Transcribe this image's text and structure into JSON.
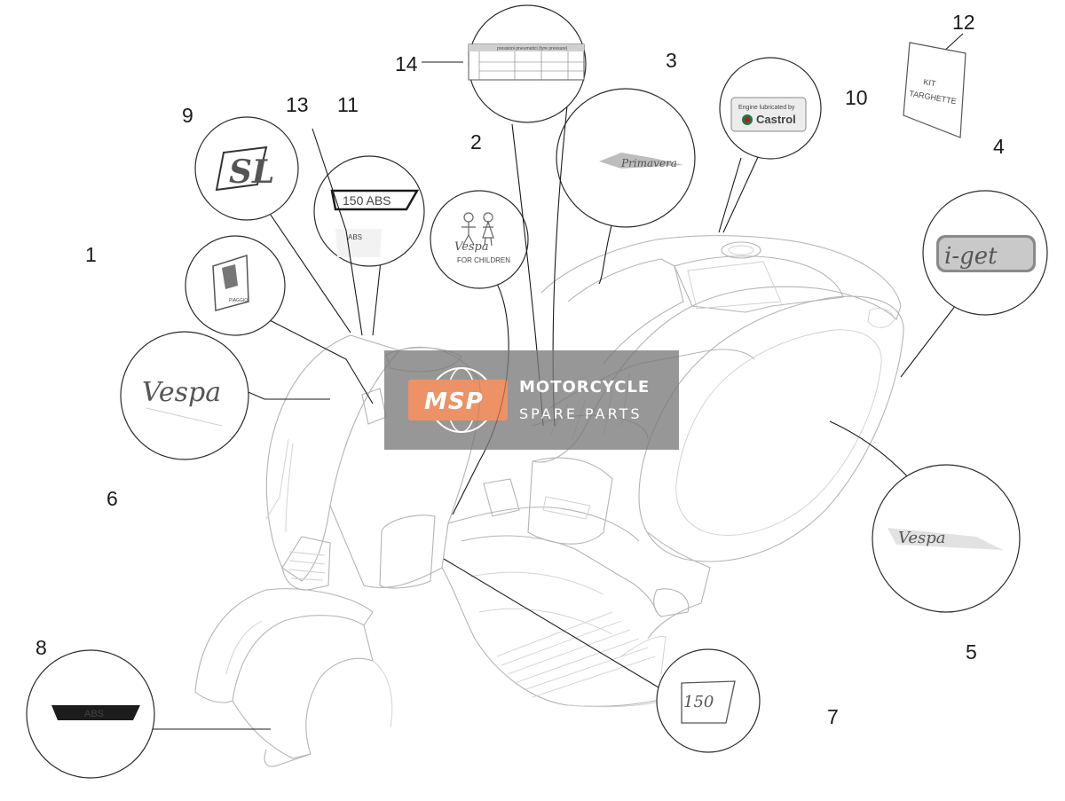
{
  "watermark": {
    "logo": "MSP",
    "line1": "MOTORCYCLE",
    "line2": "SPARE PARTS"
  },
  "callouts": [
    {
      "number": "1"
    },
    {
      "number": "2"
    },
    {
      "number": "3"
    },
    {
      "number": "4"
    },
    {
      "number": "5"
    },
    {
      "number": "6"
    },
    {
      "number": "7"
    },
    {
      "number": "8"
    },
    {
      "number": "9"
    },
    {
      "number": "10"
    },
    {
      "number": "11"
    },
    {
      "number": "12"
    },
    {
      "number": "13"
    },
    {
      "number": "14"
    }
  ],
  "decals": {
    "abs_small": "ABS",
    "abs_badge": "ABS",
    "badge_150": "150",
    "badge_150abs": "150 ABS",
    "sl": "SL",
    "vespa": "Vespa",
    "primavera": "Primavera",
    "iget": "i-get",
    "for_children": "FOR CHILDREN",
    "castrol_line1": "Engine lubricated by",
    "castrol_brand": "Castrol",
    "kit_line1": "KIT",
    "kit_line2": "TARGHETTE",
    "tyre_label_title": "pressioni pneumatici (tyre pressure)"
  },
  "colors": {
    "line": "#1a1a1a",
    "outline": "#b4b4b4",
    "watermark_orange": "#e8743c",
    "watermark_grey": "#7a7a7a",
    "castrol_green": "#1e7a3c",
    "castrol_red": "#c8102e"
  }
}
